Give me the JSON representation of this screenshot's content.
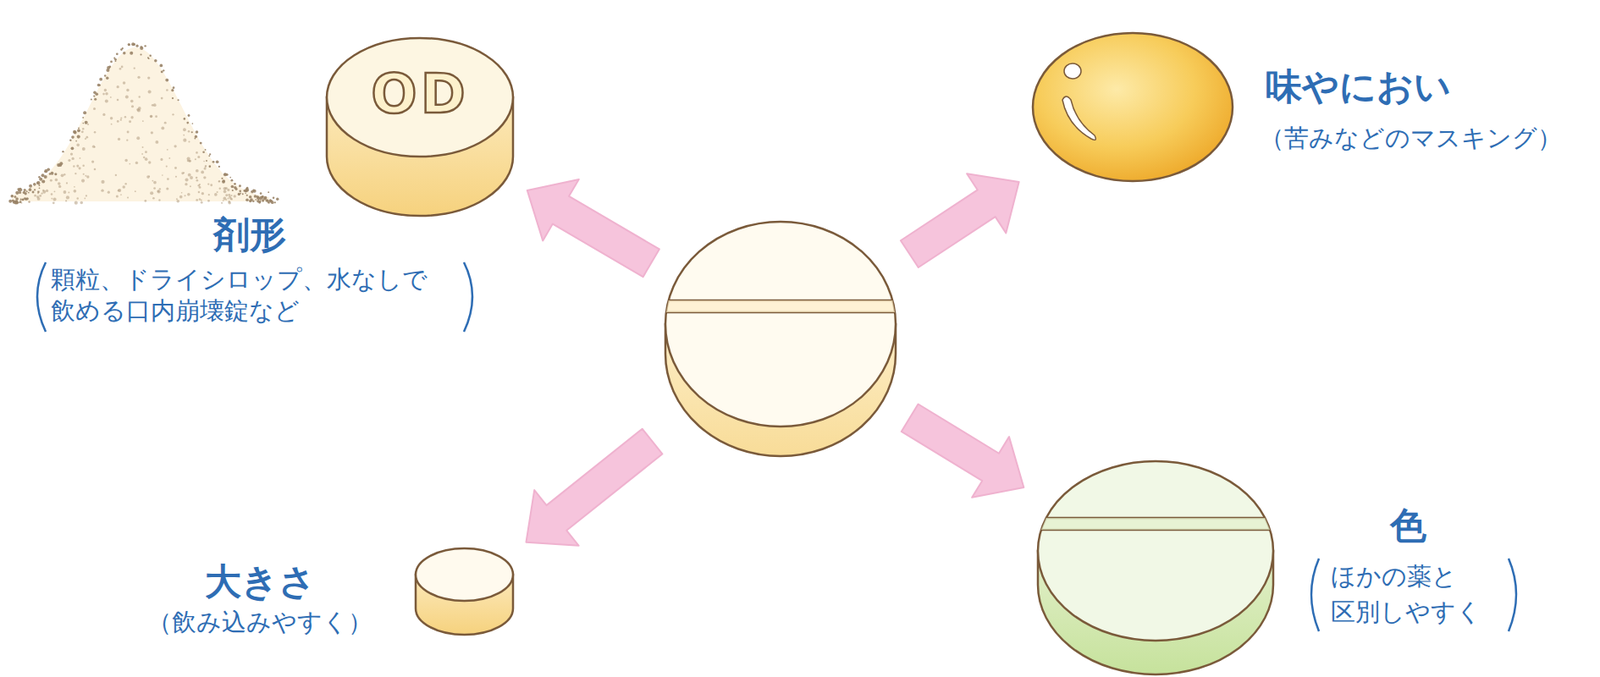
{
  "diagram": {
    "nodes": [
      {
        "text": [
          "OD",
          "剤形",
          "顆粒、ドライシロップ、水なしで 飲める口内崩壊錠など"
        ]
      },
      {
        "text": [
          "味やにおい",
          "（苦みなどのマスキング）"
        ]
      },
      {
        "text": []
      },
      {
        "text": [
          "大きさ",
          "（飲み込みやすく）"
        ]
      },
      {
        "text": [
          "色",
          "ほかの薬と 区別しやすく"
        ]
      }
    ],
    "edges": [
      {
        "from": 2,
        "to": 0,
        "arrow": "to"
      },
      {
        "from": 2,
        "to": 1,
        "arrow": "to"
      },
      {
        "from": 2,
        "to": 3,
        "arrow": "to"
      },
      {
        "from": 2,
        "to": 4,
        "arrow": "to"
      }
    ]
  }
}
